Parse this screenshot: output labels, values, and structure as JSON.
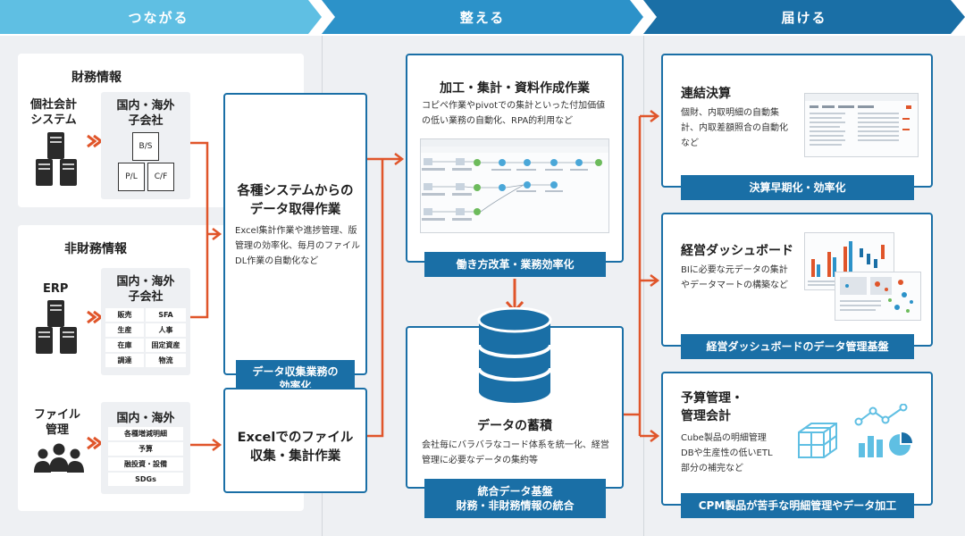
{
  "headers": {
    "connect": "つながる",
    "organize": "整える",
    "deliver": "届ける"
  },
  "left": {
    "financial": {
      "title": "財務情報",
      "source": "個社会計\nシステム",
      "box_title": "国内・海外\n子会社",
      "docs": [
        "B/S",
        "P/L",
        "C/F"
      ]
    },
    "nonfinancial": {
      "title": "非財務情報",
      "erp_label": "ERP",
      "erp_box_title": "国内・海外\n子会社",
      "erp_cells": [
        "販売",
        "SFA",
        "生産",
        "人事",
        "在庫",
        "固定資産",
        "調達",
        "物流"
      ],
      "file_label": "ファイル\n管理",
      "file_box_title": "国内・海外",
      "file_cells": [
        "各種増減明細",
        "予算",
        "融投資・設備",
        "SDGs"
      ]
    }
  },
  "middle_left": {
    "acquire": {
      "title": "各種システムからの\nデータ取得作業",
      "desc": "Excel集計作業や進捗管理、版管理の効率化、毎月のファイルDL作業の自動化など",
      "tag": "データ収集業務の\n効率化"
    },
    "excel": {
      "title": "Excelでのファイル\n収集・集計作業"
    }
  },
  "center": {
    "process": {
      "title": "加工・集計・資料作成作業",
      "desc": "コピペ作業やpivotでの集計といった付加価値の低い業務の自動化、RPA的利用など",
      "tag": "働き方改革・業務効率化"
    },
    "storage": {
      "title": "データの蓄積",
      "desc": "会社毎にバラバラなコード体系を統一化、経営管理に必要なデータの集約等",
      "tag": "統合データ基盤\n財務・非財務情報の統合"
    }
  },
  "right": {
    "consolidation": {
      "title": "連結決算",
      "desc": "個財、内取明細の自動集計、内取差額照合の自動化など",
      "tag": "決算早期化・効率化"
    },
    "dashboard": {
      "title": "経営ダッシュボード",
      "desc": "BIに必要な元データの集計やデータマートの構築など",
      "tag": "経営ダッシュボードのデータ管理基盤"
    },
    "budget": {
      "title": "予算管理・\n管理会計",
      "desc": "Cube製品の明細管理DBや生産性の低いETL部分の補完など",
      "tag": "CPM製品が苦手な明細管理やデータ加工"
    }
  },
  "colors": {
    "header_light": "#5fbfe3",
    "header_mid": "#2c92c9",
    "header_dark": "#1a6fa6",
    "card_border": "#1a6fa6",
    "arrow": "#e0552a",
    "panel_bg": "#eef0f3"
  }
}
